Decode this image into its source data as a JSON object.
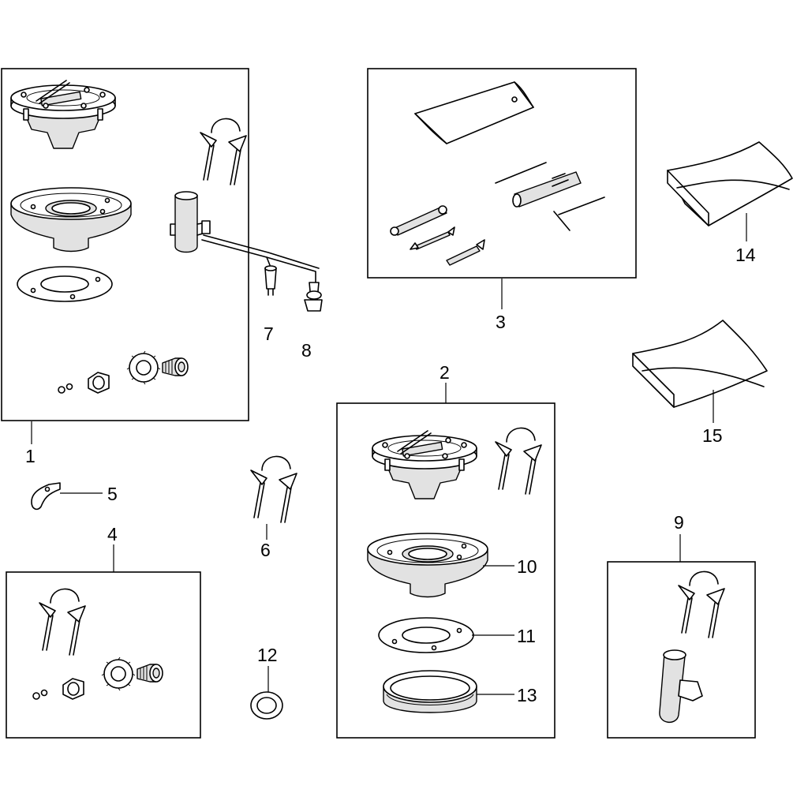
{
  "callouts": [
    {
      "id": "1",
      "label": "1"
    },
    {
      "id": "2",
      "label": "2"
    },
    {
      "id": "3",
      "label": "3"
    },
    {
      "id": "4",
      "label": "4"
    },
    {
      "id": "5",
      "label": "5"
    },
    {
      "id": "6",
      "label": "6"
    },
    {
      "id": "7",
      "label": "7"
    },
    {
      "id": "8",
      "label": "8"
    },
    {
      "id": "9",
      "label": "9"
    },
    {
      "id": "10",
      "label": "10"
    },
    {
      "id": "11",
      "label": "11"
    },
    {
      "id": "12",
      "label": "12"
    },
    {
      "id": "13",
      "label": "13"
    },
    {
      "id": "14",
      "label": "14"
    },
    {
      "id": "15",
      "label": "15"
    }
  ],
  "colors": {
    "line": "#000000",
    "background": "#ffffff",
    "shade": "#e2e2e2"
  }
}
